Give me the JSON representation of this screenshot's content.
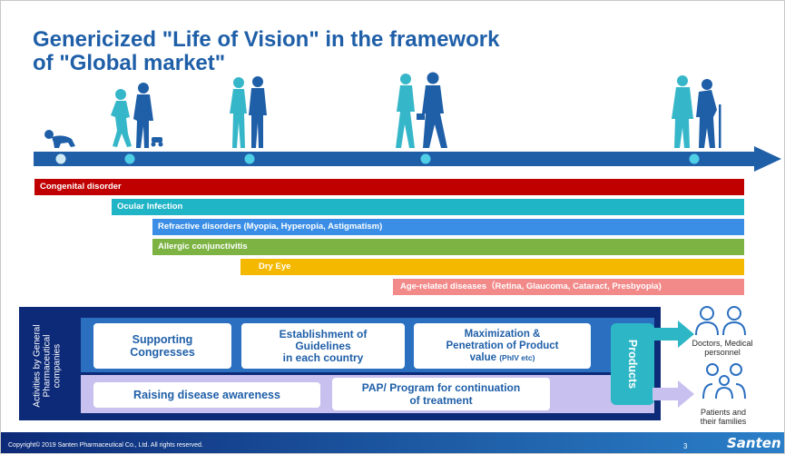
{
  "title": {
    "line1": "Genericized \"Life of Vision\" in the framework",
    "line2": "of \"Global market\""
  },
  "timeline": {
    "arrow_color": "#1f5fa8",
    "dot_color": "#4fd0e6",
    "icons": [
      "baby-icon",
      "child-with-parent-icon",
      "teenager-couple-icon",
      "working-adults-icon",
      "elderly-couple-icon"
    ]
  },
  "disease_bars": [
    {
      "label": "Congenital disorder",
      "color": "#c00000"
    },
    {
      "label": "Ocular Infection",
      "color": "#1fb4c6"
    },
    {
      "label": "Refractive disorders (Myopia, Hyperopia, Astigmatism)",
      "color": "#3a8ee6"
    },
    {
      "label": "Allergic conjunctivitis",
      "color": "#7cb342"
    },
    {
      "label": "Dry Eye",
      "color": "#f5b800"
    },
    {
      "label": "Age-related diseases（Retina, Glaucoma, Cataract, Presbyopia)",
      "color": "#f28a8a"
    }
  ],
  "activities": {
    "side_label": "Activities by General Pharmaceutical companies",
    "box1": {
      "line1": "Supporting",
      "line2": "Congresses"
    },
    "box2": {
      "line1": "Establishment of",
      "line2": "Guidelines",
      "line3": "in each country"
    },
    "box3": {
      "line1": "Maximization &",
      "line2": "Penetration of Product",
      "line3": "value",
      "small": "(PhIV etc)"
    },
    "box4": "Raising disease awareness",
    "box5": {
      "line1": "PAP/ Program for continuation",
      "line2": "of treatment"
    },
    "products": "Products"
  },
  "targets": {
    "doctors": {
      "line1": "Doctors, Medical",
      "line2": "personnel"
    },
    "patients": {
      "line1": "Patients and",
      "line2": "their families"
    }
  },
  "footer": {
    "copyright": "Copyright© 2019 Santen Pharmaceutical Co., Ltd. All rights reserved.",
    "page_number": "3",
    "logo": "Santen"
  }
}
